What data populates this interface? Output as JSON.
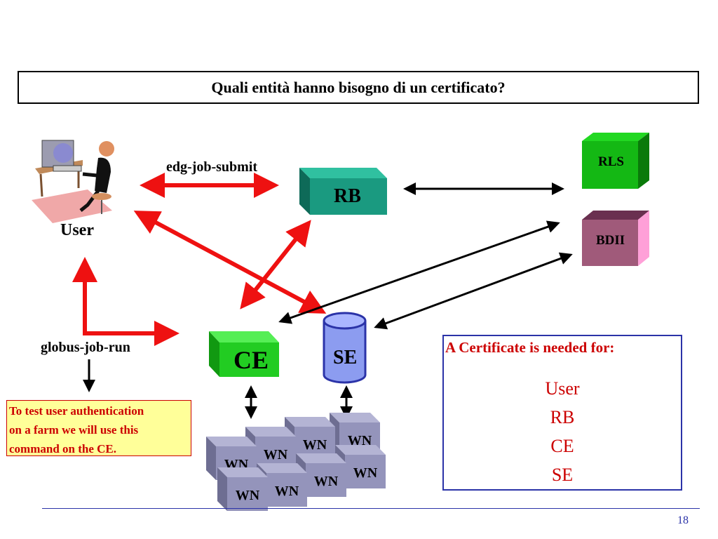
{
  "title": "Quali entità hanno bisogno di un certificato?",
  "nodes": {
    "user": "User",
    "rb": "RB",
    "rls": "RLS",
    "bdii": "BDII",
    "ce": "CE",
    "se": "SE",
    "wn": "WN"
  },
  "edge_labels": {
    "submit": "edg-job-submit",
    "run": "globus-job-run"
  },
  "note": {
    "lines": [
      "To test user authentication",
      "on a farm we will use this",
      "command on the CE."
    ]
  },
  "certificate": {
    "heading": "A Certificate is needed for:",
    "items": [
      "User",
      "RB",
      "CE",
      "SE"
    ]
  },
  "page_number": "18",
  "colors": {
    "red_arrow": "#ee1111",
    "black_arrow": "#000000",
    "rb_box": "#1a9a80",
    "rls_box": "#14b814",
    "bdii_box": "#a05a7a",
    "ce_box": "#22cc22",
    "se_cylinder": "#8c9cf0",
    "wn_box": "#9494bb",
    "note_bg": "#ffff99",
    "cert_border": "#2b33a8",
    "cert_text": "#cc0000"
  }
}
